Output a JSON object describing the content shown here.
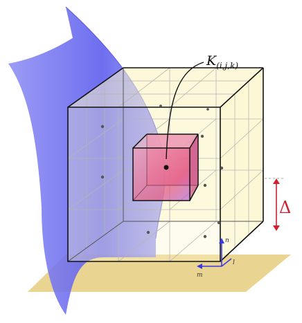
{
  "labels": {
    "cell": "K",
    "cell_index": "(i,j,k)",
    "offset": "Δ",
    "axis_x": "m",
    "axis_y": "n",
    "axis_z": "l"
  },
  "colors": {
    "surface": "#6f6ff0",
    "cube_fill": "#fbf6cf",
    "cube_edge": "#111111",
    "grid": "#b8b8b8",
    "inner_cell": "#e7739a",
    "plane": "#e8cf85",
    "delta_marker": "#cc2233",
    "axis": "#3a3ae0"
  }
}
